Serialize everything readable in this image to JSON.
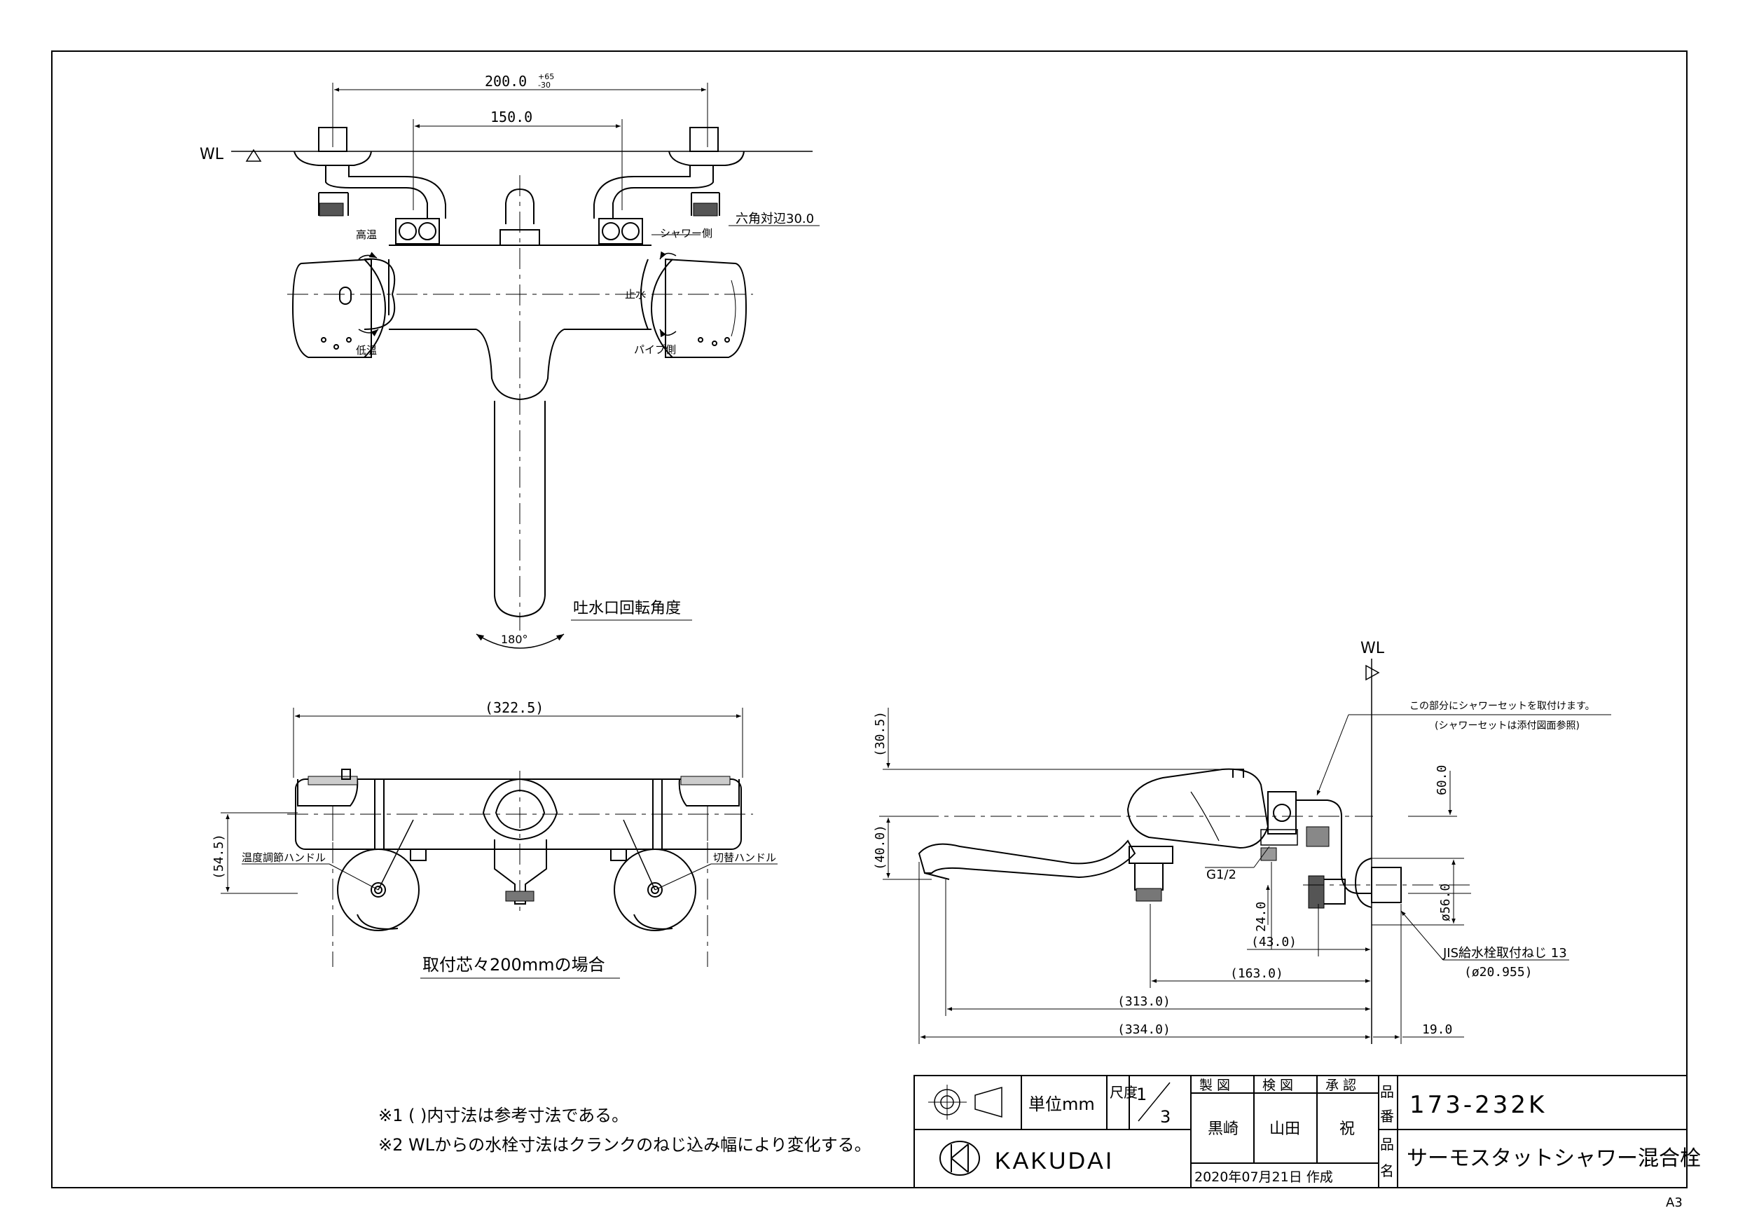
{
  "top_view": {
    "water_level": "WL",
    "dim_overall_width": "200.0",
    "dim_tolerance_plus": "+65",
    "dim_tolerance_minus": "-30",
    "dim_center": "150.0",
    "hex_note": "六角対辺30.0",
    "label_hot": "高温",
    "label_cold": "低温",
    "label_shower_side": "シャワー側",
    "label_stop": "止水",
    "label_pipe_side": "パイプ側",
    "spout_rotation_title": "吐水口回転角度",
    "spout_rotation_angle": "180°"
  },
  "front_view": {
    "dim_width": "(322.5)",
    "dim_height": "(54.5)",
    "label_temp_handle": "温度調節ハンドル",
    "label_switch_handle": "切替ハンドル",
    "caption": "取付芯々200mmの場合"
  },
  "side_view": {
    "water_level": "WL",
    "note_shower": "この部分にシャワーセットを取付けます。",
    "note_shower_ref": "(シャワーセットは添付図面参照)",
    "dim_top": "(30.5)",
    "dim_body": "(40.0)",
    "dim_60": "60.0",
    "dim_thread": "G1/2",
    "dim_24": "24.0",
    "dim_dia56": "ø56.0",
    "dim_43": "(43.0)",
    "dim_163": "(163.0)",
    "dim_313": "(313.0)",
    "dim_334": "(334.0)",
    "dim_19": "19.0",
    "jis_note": "JIS給水栓取付ねじ 13",
    "jis_dia": "(ø20.955)"
  },
  "notes": {
    "note1": "※1 ( )内寸法は参考寸法である。",
    "note2": "※2 WLからの水栓寸法はクランクのねじ込み幅により変化する。"
  },
  "title_block": {
    "unit_label": "単位mm",
    "scale_label": "尺度",
    "scale_num": "1",
    "scale_den": "3",
    "drawn_label": "製 図",
    "checked_label": "検 図",
    "approved_label": "承 認",
    "drawn_by": "黒崎",
    "checked_by": "山田",
    "approved_by": "祝",
    "date": "2020年07月21日 作成",
    "part_no_label": "品番",
    "part_no": "173-232K",
    "part_name_label": "品名",
    "part_name": "サーモスタットシャワー混合栓",
    "brand": "KAKUDAI",
    "sheet_size": "A3"
  }
}
